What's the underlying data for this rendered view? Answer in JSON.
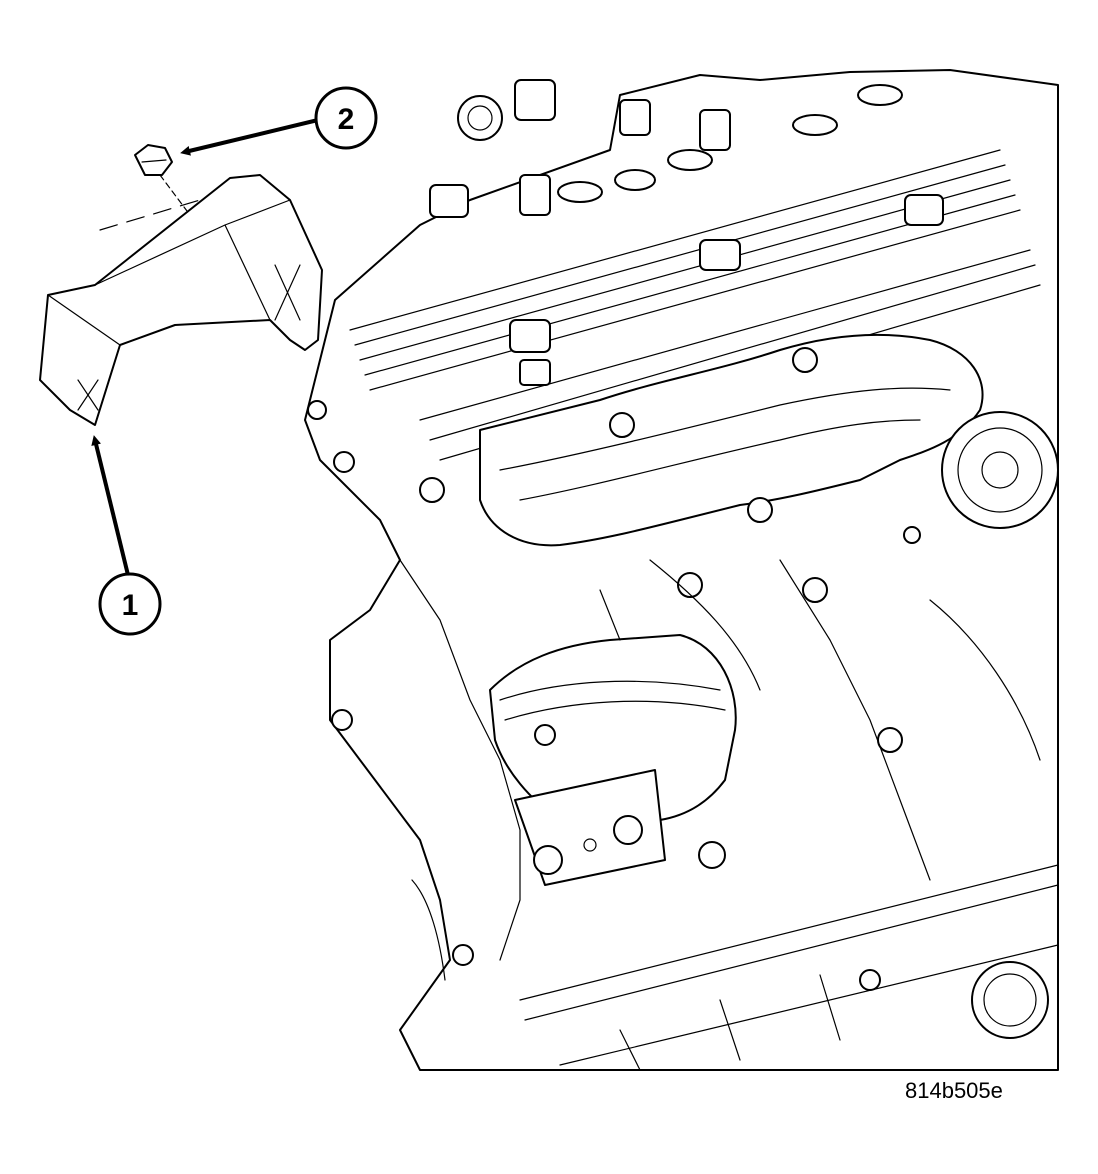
{
  "callouts": [
    {
      "label": "1"
    },
    {
      "label": "2"
    }
  ],
  "figure_id": "814b505e"
}
